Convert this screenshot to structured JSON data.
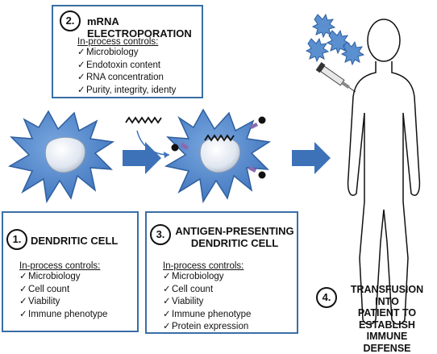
{
  "step2": {
    "number": "2.",
    "title": "mRNA ELECTROPORATION",
    "controls_heading": "In-process controls:",
    "controls": [
      "Microbiology",
      "Endotoxin content",
      "RNA concentration",
      "Purity, integrity, identy"
    ]
  },
  "step1": {
    "number": "1.",
    "title": "DENDRITIC CELL",
    "controls_heading": "In-process controls:",
    "controls": [
      "Microbiology",
      "Cell count",
      "Viability",
      "Immune phenotype"
    ]
  },
  "step3": {
    "number": "3.",
    "title_line1": "ANTIGEN-PRESENTING",
    "title_line2": "DENDRITIC CELL",
    "controls_heading": "In-process controls:",
    "controls": [
      "Microbiology",
      "Cell count",
      "Viability",
      "Immune phenotype",
      "Protein expression"
    ]
  },
  "step4": {
    "number": "4.",
    "title_lines": [
      "TRANSFUSION INTO",
      "PATIENT TO",
      "ESTABLISH IMMUNE",
      "DEFENSE"
    ]
  },
  "check_glyph": "✓",
  "colors": {
    "cell": "#5a8fd0",
    "cell_dark": "#2f5f9e",
    "arrow": "#3d72b8",
    "box_border": "#3a6ea5",
    "receptor": "#8a6ab0"
  }
}
